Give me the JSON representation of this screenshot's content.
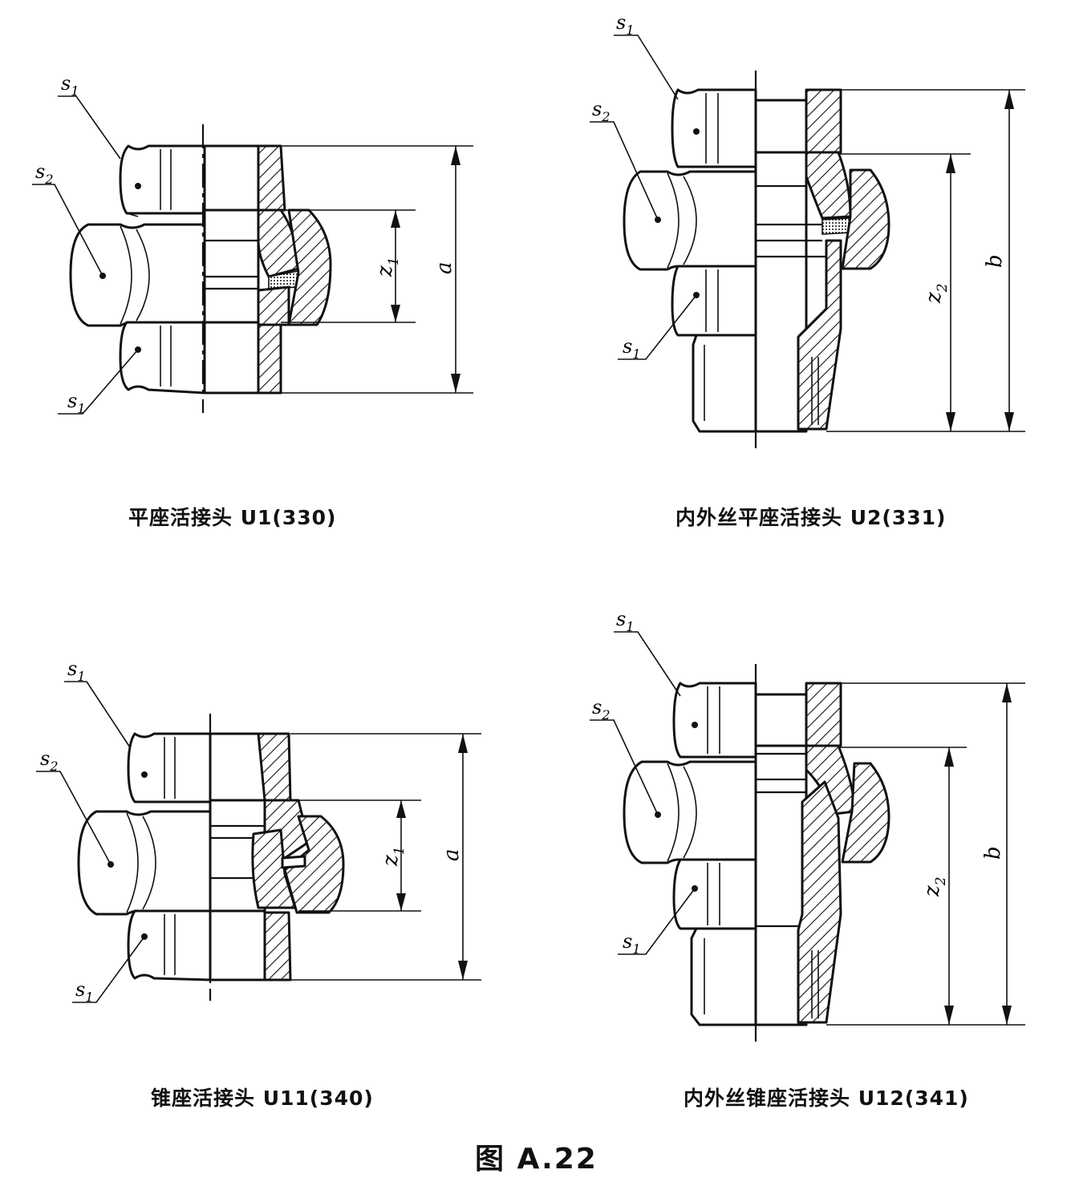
{
  "figure_title": "图 A.22",
  "fittings": [
    {
      "caption": "平座活接头  U1(330)",
      "dim_inner": "z",
      "dim_inner_sub": "1",
      "dim_outer": "a"
    },
    {
      "caption": "内外丝平座活接头  U2(331)",
      "dim_inner": "z",
      "dim_inner_sub": "2",
      "dim_outer": "b"
    },
    {
      "caption": "锥座活接头  U11(340)",
      "dim_inner": "z",
      "dim_inner_sub": "1",
      "dim_outer": "a"
    },
    {
      "caption": "内外丝锥座活接头  U12(341)",
      "dim_inner": "z",
      "dim_inner_sub": "2",
      "dim_outer": "b"
    }
  ],
  "labels": {
    "s1": {
      "letter": "s",
      "sub": "1"
    },
    "s2": {
      "letter": "s",
      "sub": "2"
    }
  },
  "colors": {
    "ink": "#111111",
    "paper": "#ffffff"
  }
}
